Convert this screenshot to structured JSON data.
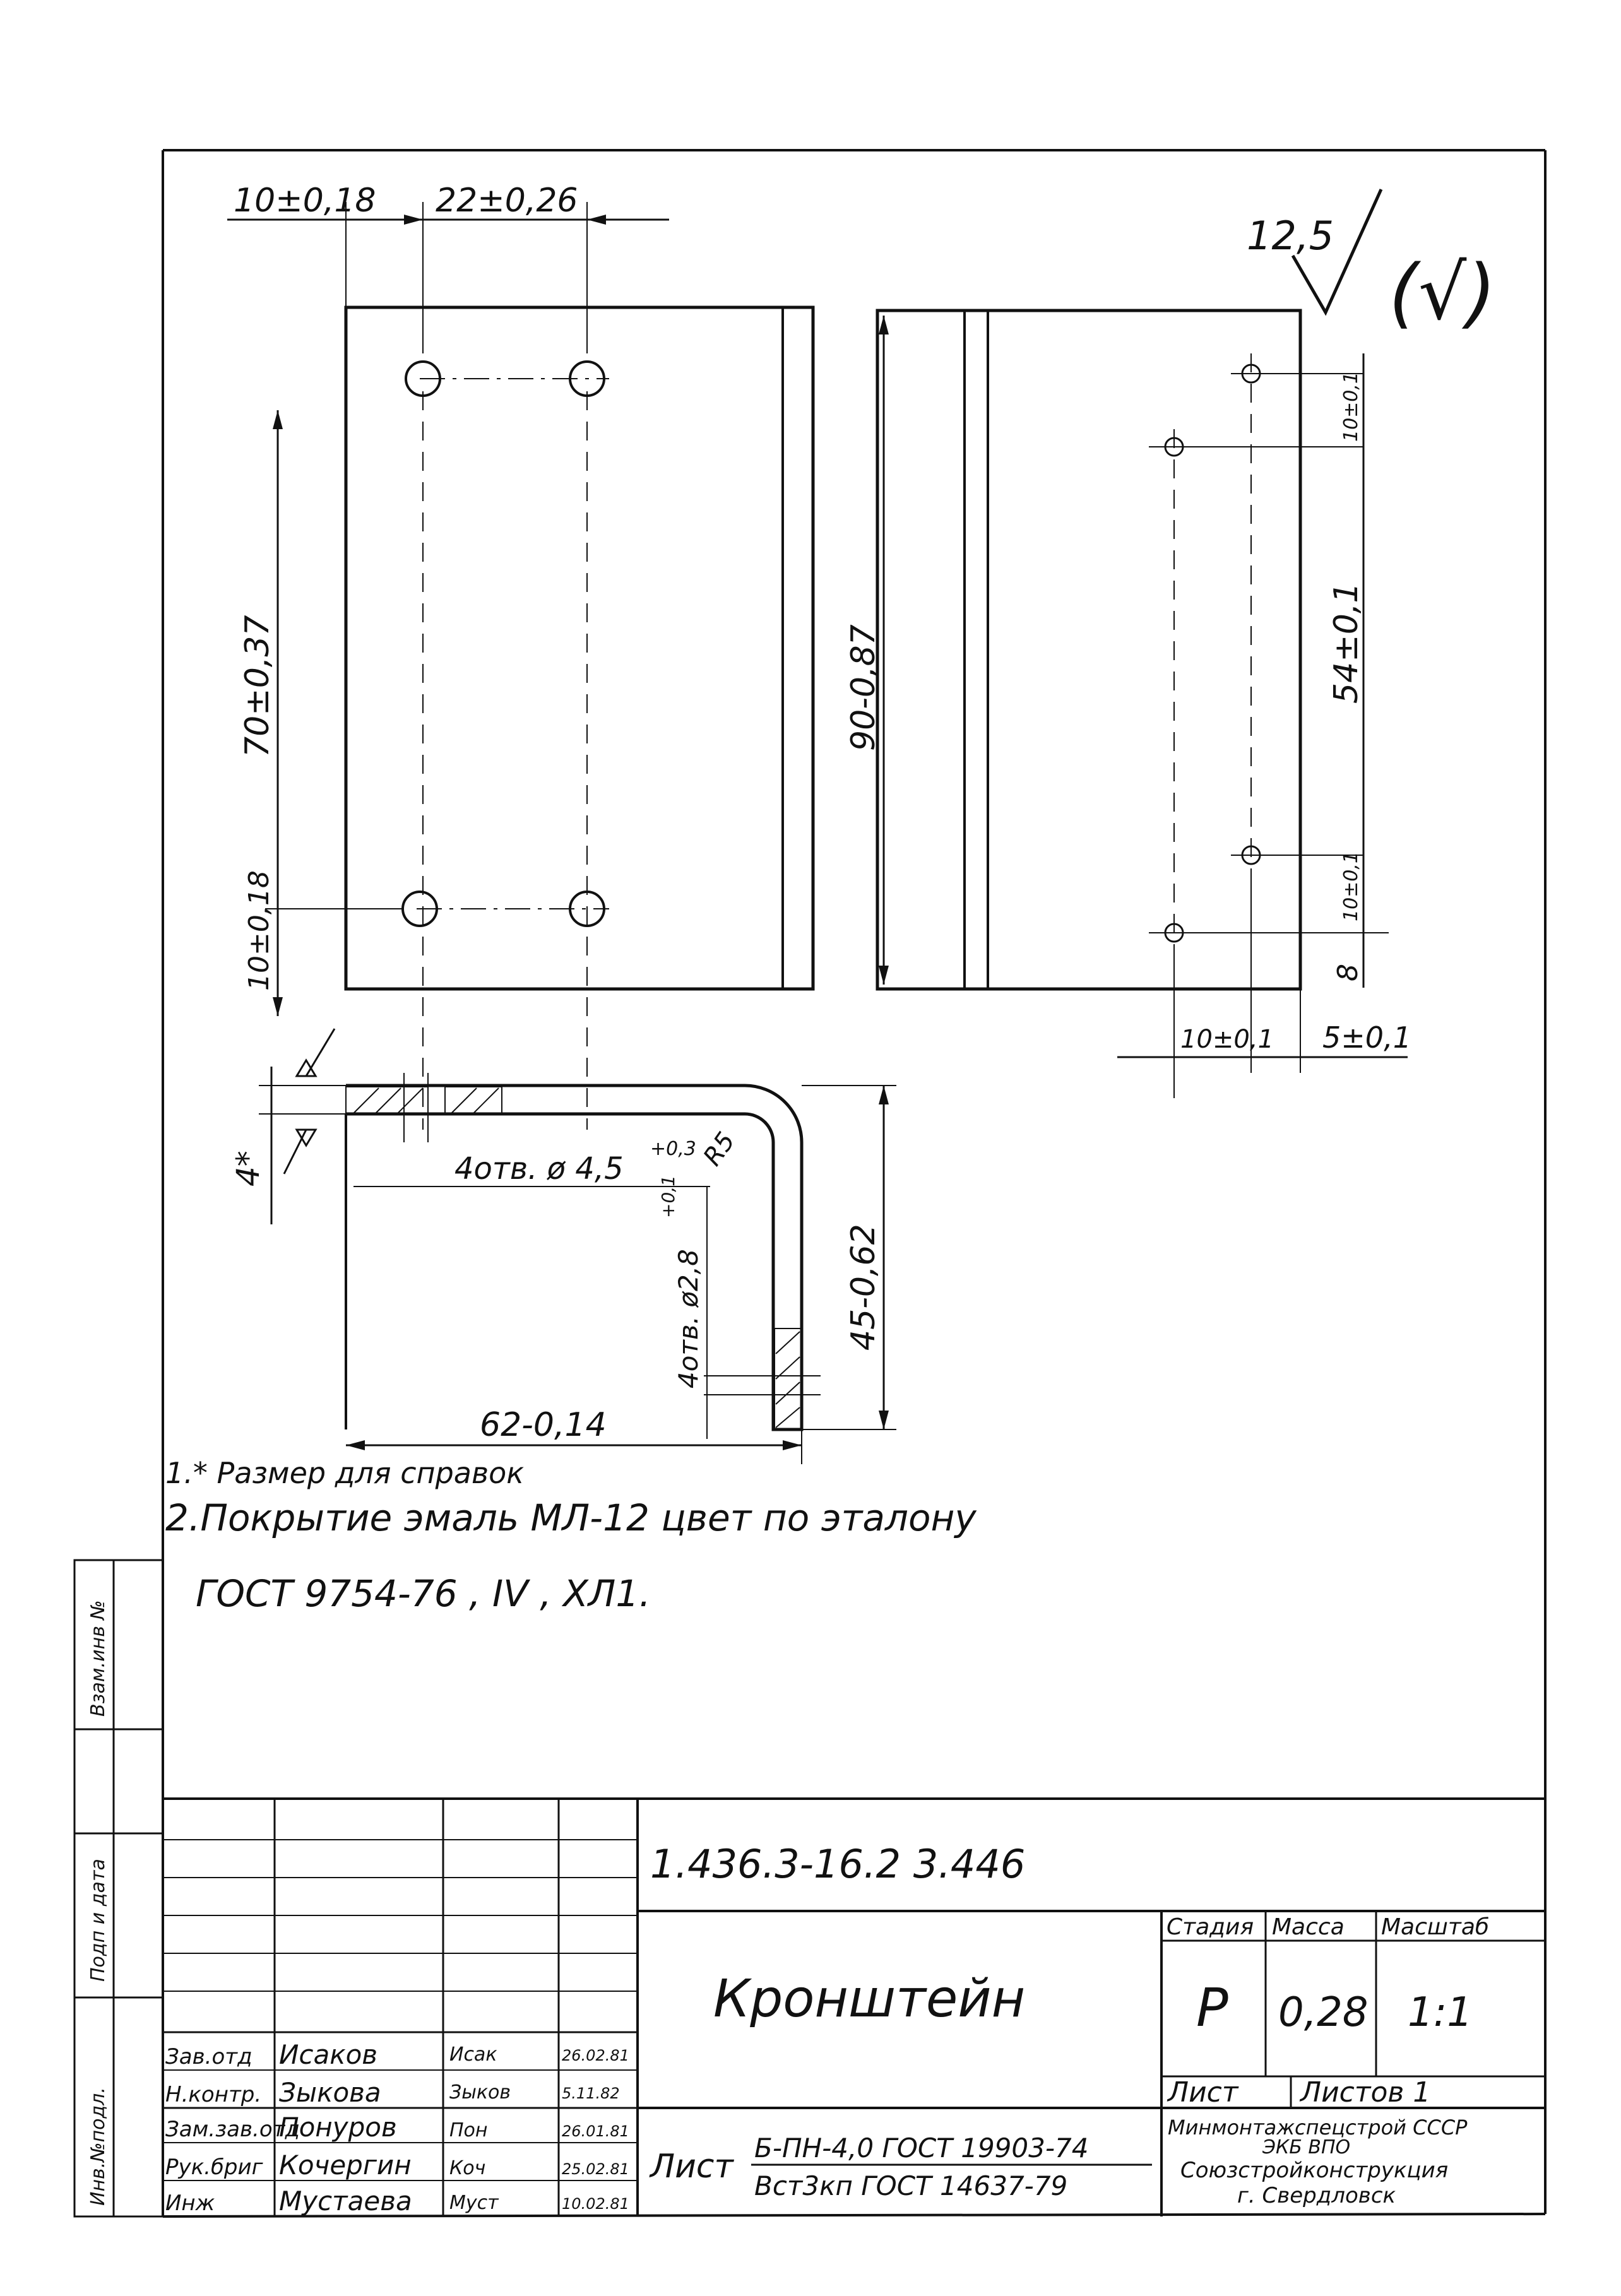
{
  "dims": {
    "top_left": "10±0,18",
    "top_mid": "22±0,26",
    "left_vert": "70±0,37",
    "left_low": "10±0,18",
    "mid_vert": "90-0,87",
    "right_vert_top": "10±0,1",
    "right_vert_mid": "54±0,1",
    "right_vert_low": "10±0,1",
    "right_vert_bot": "8",
    "right_bot_left": "10±0,1",
    "right_bot_right": "5±0,1",
    "thick": "4*",
    "holes_a": "4отв. ø 4,5",
    "holes_a_tol": "+0,3",
    "radius": "R5",
    "holes_b": "4отв. ø2,8",
    "holes_b_tol": "+0,1",
    "bracket_height": "45-0,62",
    "bracket_length": "62-0,14"
  },
  "roughness": {
    "value": "12,5",
    "symbol": "√",
    "bracket": "(√)"
  },
  "notes": {
    "n1": "1.* Размер для справок",
    "n2": "2.Покрытие эмаль МЛ-12   цвет по эталону",
    "n3": "ГОСТ 9754-76 , IV , ХЛ1."
  },
  "side_stamp": [
    "Взам.инв №",
    "Подп и дата",
    "Инв.№подл."
  ],
  "title_block": {
    "code": "1.436.3-16.2  3.446",
    "name": "Кронштейн",
    "col_stage": "Стадия",
    "col_mass": "Масса",
    "col_scale": "Масштаб",
    "stage": "Р",
    "mass": "0,28",
    "scale": "1:1",
    "sheet": "Лист",
    "sheets": "Листов 1",
    "material_label": "Лист",
    "material_top": "Б-ПН-4,0 ГОСТ 19903-74",
    "material_bot": "Вст3кп ГОСТ 14637-79",
    "org1": "Минмонтажспецстрой СССР",
    "org2": "ЭКБ ВПО",
    "org3": "Союзстройконструкция",
    "org4": "г. Свердловск",
    "roles": [
      "Зав.отд",
      "Н.контр.",
      "Зам.зав.отд",
      "Рук.бриг",
      "Инж"
    ],
    "names": [
      "Исаков",
      "Зыкова",
      "Понуров",
      "Кочергин",
      "Мустаева"
    ],
    "signs": [
      "Исак",
      "Зыков",
      "Пон",
      "Коч",
      "Муст"
    ],
    "dates": [
      "26.02.81",
      "5.11.82",
      "26.01.81",
      "25.02.81",
      "10.02.81"
    ]
  }
}
